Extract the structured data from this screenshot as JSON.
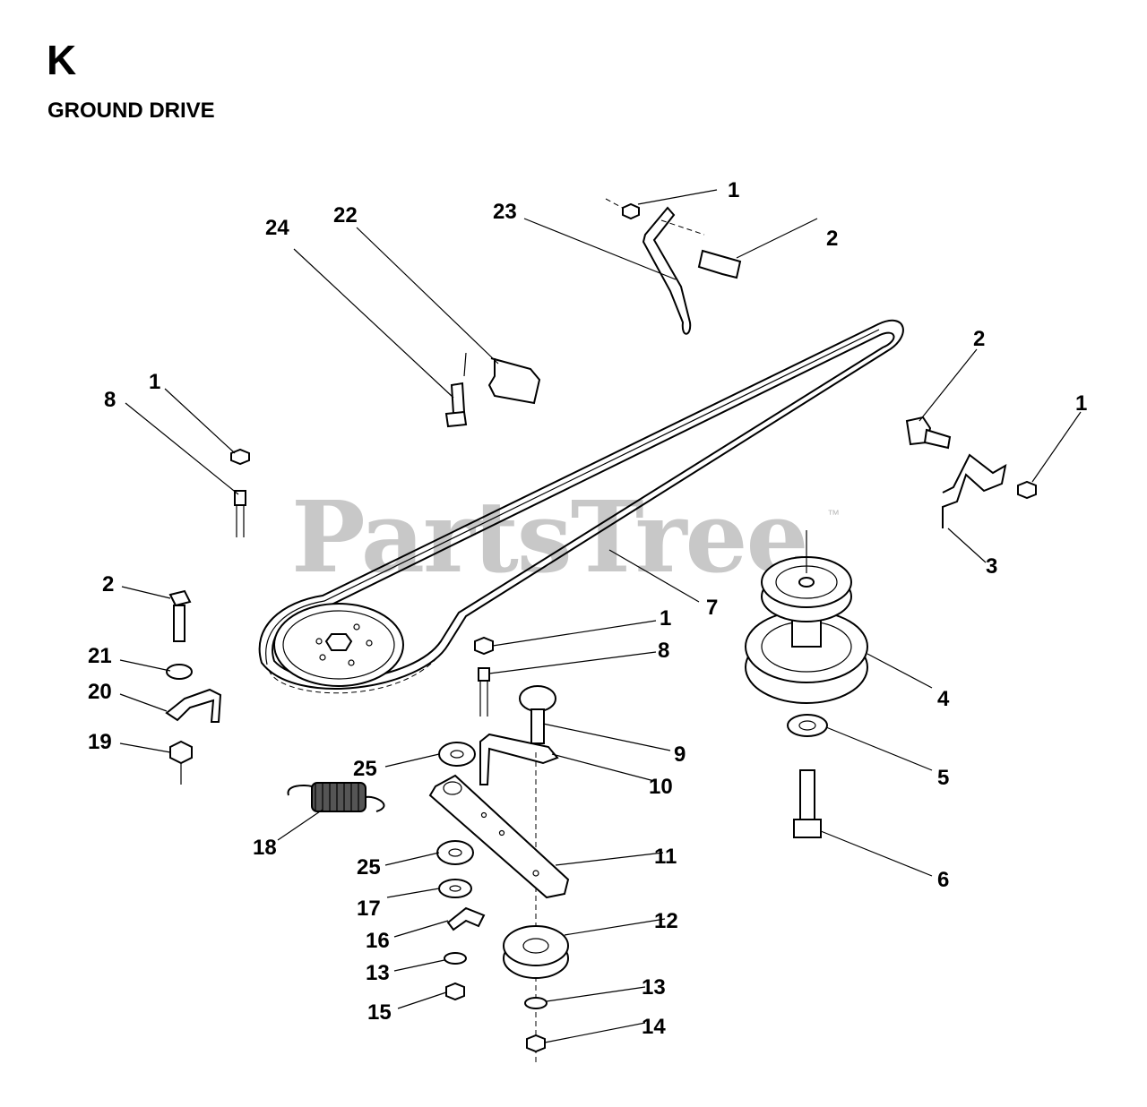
{
  "header": {
    "section_letter": "K",
    "title": "GROUND DRIVE"
  },
  "watermark": {
    "text": "PartsTree",
    "trademark": "™"
  },
  "callouts": [
    {
      "id": "c1-top",
      "label": "1"
    },
    {
      "id": "c2-top",
      "label": "2"
    },
    {
      "id": "c23",
      "label": "23"
    },
    {
      "id": "c22",
      "label": "22"
    },
    {
      "id": "c24",
      "label": "24"
    },
    {
      "id": "c1-left",
      "label": "1"
    },
    {
      "id": "c8-left",
      "label": "8"
    },
    {
      "id": "c2-right",
      "label": "2"
    },
    {
      "id": "c1-right",
      "label": "1"
    },
    {
      "id": "c3",
      "label": "3"
    },
    {
      "id": "c7",
      "label": "7"
    },
    {
      "id": "c2-left",
      "label": "2"
    },
    {
      "id": "c1-mid",
      "label": "1"
    },
    {
      "id": "c8-mid",
      "label": "8"
    },
    {
      "id": "c21",
      "label": "21"
    },
    {
      "id": "c4",
      "label": "4"
    },
    {
      "id": "c20",
      "label": "20"
    },
    {
      "id": "c19",
      "label": "19"
    },
    {
      "id": "c9",
      "label": "9"
    },
    {
      "id": "c25-top",
      "label": "25"
    },
    {
      "id": "c10",
      "label": "10"
    },
    {
      "id": "c5",
      "label": "5"
    },
    {
      "id": "c18",
      "label": "18"
    },
    {
      "id": "c11",
      "label": "11"
    },
    {
      "id": "c25-bottom",
      "label": "25"
    },
    {
      "id": "c6",
      "label": "6"
    },
    {
      "id": "c17",
      "label": "17"
    },
    {
      "id": "c12",
      "label": "12"
    },
    {
      "id": "c16",
      "label": "16"
    },
    {
      "id": "c13-left",
      "label": "13"
    },
    {
      "id": "c13-right",
      "label": "13"
    },
    {
      "id": "c15",
      "label": "15"
    },
    {
      "id": "c14",
      "label": "14"
    }
  ]
}
